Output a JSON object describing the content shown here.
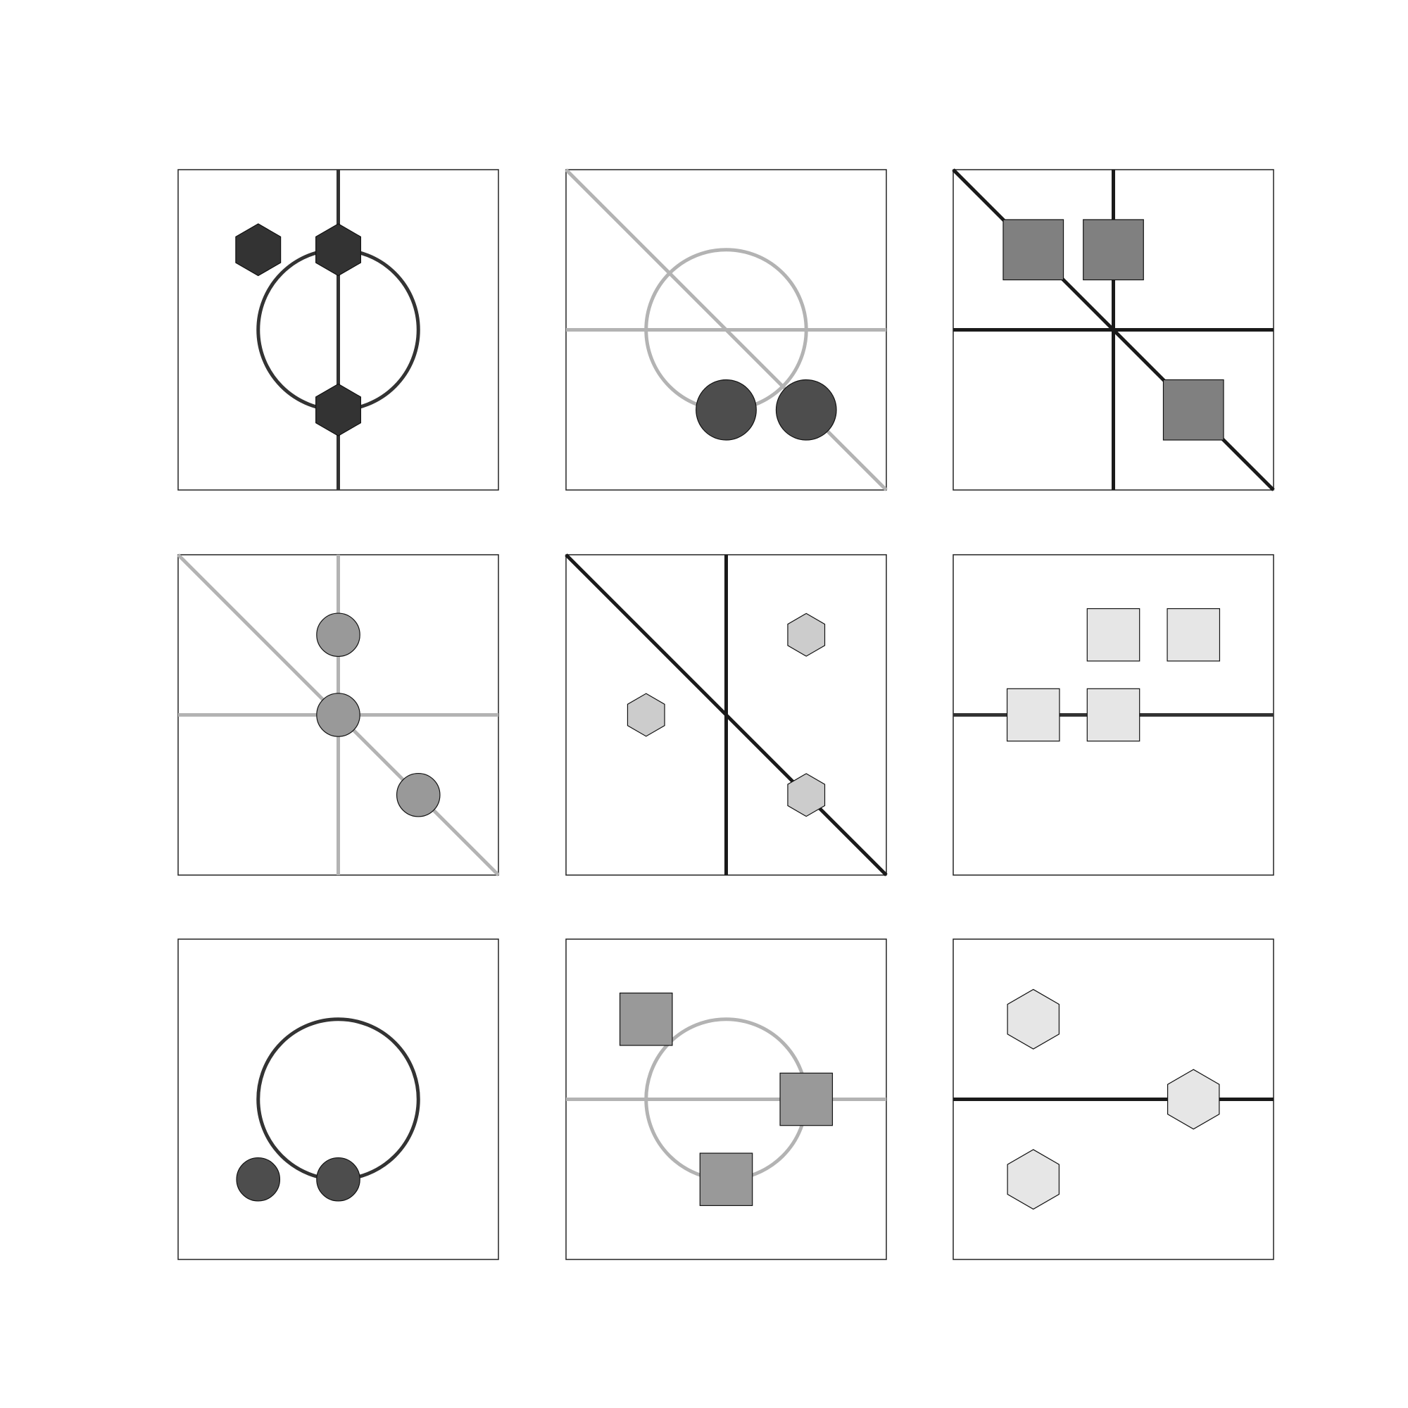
{
  "colors": {
    "background": "#ffffff",
    "frame": "#222222",
    "shape_outline": "#111111"
  },
  "panels": [
    {
      "row": 1,
      "col": 1,
      "line_color": "#333333",
      "lines": [
        "vertical"
      ],
      "circle": true,
      "shape": "hexagon",
      "shape_fill": "#333333",
      "shape_size": "medium",
      "shape_positions": [
        "top-left",
        "top-center",
        "bottom-center"
      ]
    },
    {
      "row": 1,
      "col": 2,
      "line_color": "#b3b3b3",
      "lines": [
        "diagonal",
        "horizontal"
      ],
      "circle": true,
      "shape": "circle",
      "shape_fill": "#4d4d4d",
      "shape_size": "large",
      "shape_positions": [
        "bottom-center",
        "bottom-right"
      ]
    },
    {
      "row": 1,
      "col": 3,
      "line_color": "#1a1a1a",
      "lines": [
        "diagonal",
        "vertical",
        "horizontal"
      ],
      "circle": false,
      "shape": "square",
      "shape_fill": "#808080",
      "shape_size": "large",
      "shape_positions": [
        "top-left",
        "top-center",
        "bottom-right"
      ]
    },
    {
      "row": 2,
      "col": 1,
      "line_color": "#b3b3b3",
      "lines": [
        "diagonal",
        "vertical",
        "horizontal"
      ],
      "circle": false,
      "shape": "circle",
      "shape_fill": "#999999",
      "shape_size": "small",
      "shape_positions": [
        "top-center",
        "center",
        "bottom-right"
      ]
    },
    {
      "row": 2,
      "col": 2,
      "line_color": "#1a1a1a",
      "lines": [
        "diagonal",
        "vertical"
      ],
      "circle": false,
      "shape": "hexagon",
      "shape_fill": "#cccccc",
      "shape_size": "small",
      "shape_positions": [
        "top-right",
        "middle-left",
        "bottom-right"
      ]
    },
    {
      "row": 2,
      "col": 3,
      "line_color": "#333333",
      "lines": [
        "horizontal"
      ],
      "circle": false,
      "shape": "square",
      "shape_fill": "#e6e6e6",
      "shape_size": "medium",
      "shape_positions": [
        "top-center",
        "top-right",
        "middle-left",
        "center"
      ]
    },
    {
      "row": 3,
      "col": 1,
      "line_color": "#333333",
      "lines": [],
      "circle": true,
      "shape": "circle",
      "shape_fill": "#4d4d4d",
      "shape_size": "small",
      "shape_positions": [
        "bottom-left",
        "bottom-center"
      ]
    },
    {
      "row": 3,
      "col": 2,
      "line_color": "#b3b3b3",
      "lines": [
        "horizontal"
      ],
      "circle": true,
      "shape": "square",
      "shape_fill": "#999999",
      "shape_size": "medium",
      "shape_positions": [
        "top-left",
        "middle-right",
        "bottom-center"
      ]
    },
    {
      "row": 3,
      "col": 3,
      "line_color": "#1a1a1a",
      "lines": [
        "horizontal"
      ],
      "circle": false,
      "shape": "hexagon",
      "shape_fill": "#e6e6e6",
      "shape_size": "large",
      "shape_positions": [
        "top-left",
        "middle-right",
        "bottom-left"
      ]
    }
  ]
}
